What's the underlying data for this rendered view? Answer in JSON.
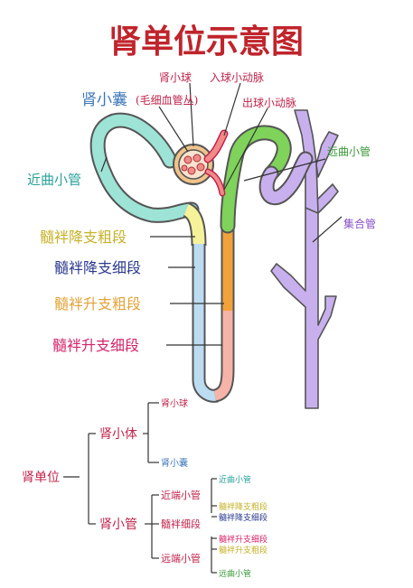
{
  "title": "肾单位示意图",
  "labels": {
    "bowman_capsule": "肾小囊",
    "capillary_note": "(毛细血管丛)",
    "glomerulus": "肾小球",
    "afferent": "入球小动脉",
    "efferent": "出球小动脉",
    "proximal": "近曲小管",
    "distal": "远曲小管",
    "collecting": "集合管",
    "desc_thick": "髓袢降支粗段",
    "desc_thin": "髓袢降支细段",
    "asc_thick": "髓袢升支粗段",
    "asc_thin": "髓袢升支细段"
  },
  "tree": {
    "root": "肾单位",
    "corpuscle": "肾小体",
    "corpuscle_glomerulus": "肾小球",
    "corpuscle_capsule": "肾小囊",
    "tubule": "肾小管",
    "proximal_part": "近端小管",
    "loop_thin": "髓袢细段",
    "distal_part": "远端小管",
    "leaf_proximal_convoluted": "近曲小管",
    "leaf_desc_thick": "髓袢降支粗段",
    "leaf_desc_thin": "髓袢降支细段",
    "leaf_asc_thin": "髓袢升支细段",
    "leaf_asc_thick": "髓袢升支粗段",
    "leaf_distal_convoluted": "远曲小管"
  },
  "colors": {
    "title": "#c0242c",
    "red": "#c0244c",
    "teal": "#2aa39a",
    "blue_label": "#3b77b8",
    "yellow_label": "#c7b22a",
    "navy": "#2b3a8f",
    "orange": "#e3a33a",
    "magenta": "#d4246a",
    "purple": "#8a4fc7",
    "green": "#3a9a3a",
    "proximal_fill": "#9de3d6",
    "desc_thick_fill": "#f5f29a",
    "desc_thin_fill": "#bcdcf2",
    "asc_thin_fill": "#f6b3a8",
    "asc_thick_fill": "#f2a23a",
    "distal_fill": "#7fd25a",
    "collecting_fill": "#c8b0ee"
  }
}
